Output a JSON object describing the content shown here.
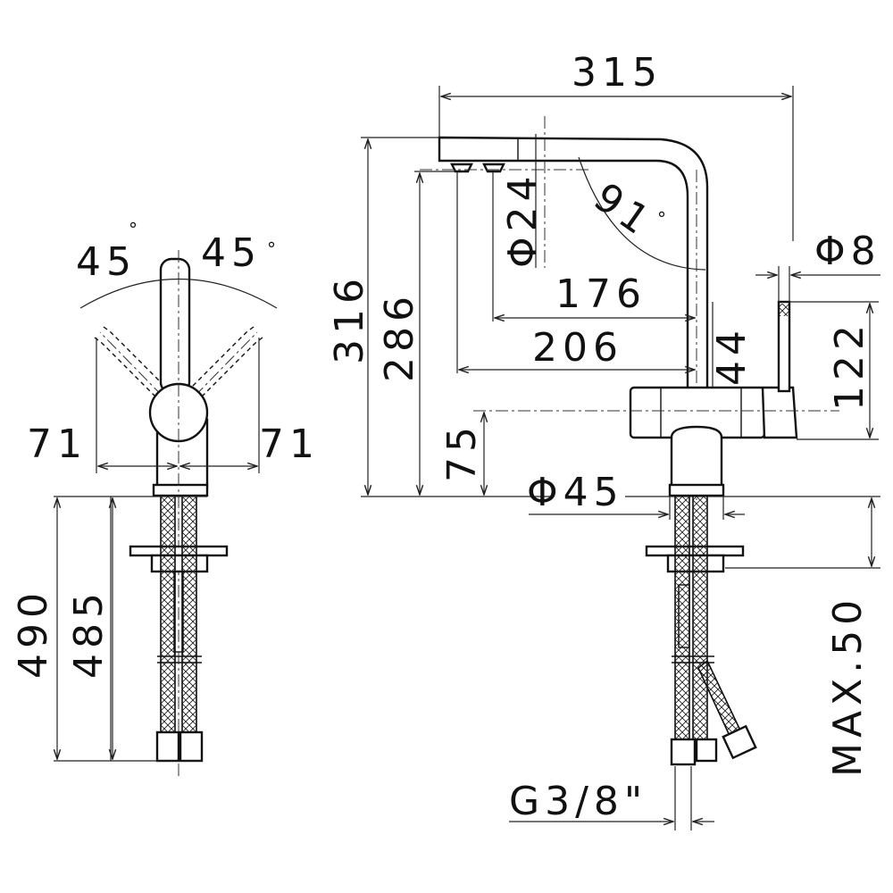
{
  "front_view": {
    "angle_left": "45",
    "angle_right": "45",
    "width_left": "71",
    "width_right": "71",
    "height_outer": "490",
    "height_inner": "485"
  },
  "side_view": {
    "reach": "315",
    "height_total": "316",
    "height_spout": "286",
    "spout_diameter": "Φ24",
    "bend_radius": "91",
    "lever_diameter": "Φ8",
    "dim_176": "176",
    "dim_206": "206",
    "dim_44": "44",
    "dim_122": "122",
    "dim_75": "75",
    "base_diameter": "Φ45",
    "max_deck": "MAX.50",
    "thread": "G3/8\""
  },
  "degree_mark": "°"
}
